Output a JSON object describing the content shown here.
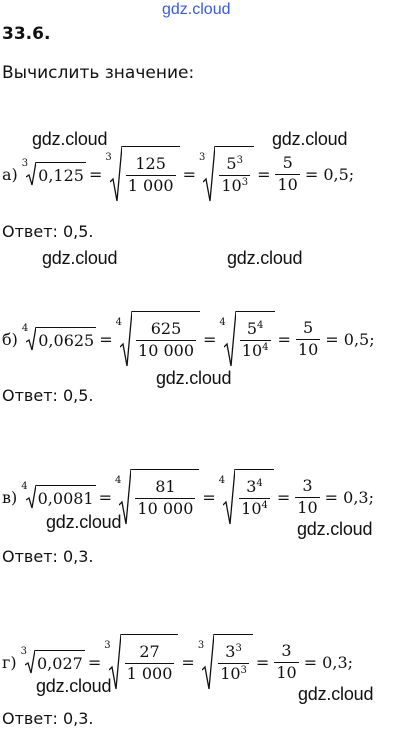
{
  "watermark": "gdz.cloud",
  "header": {
    "number": "33.6.",
    "instruction": "Вычислить значение:"
  },
  "problems": [
    {
      "label": "а)",
      "root_index": "3",
      "radicand": "0,125",
      "frac1": {
        "num": "125",
        "den": "1 000"
      },
      "frac2": {
        "num": "5",
        "num_exp": "3",
        "den": "10",
        "den_exp": "3"
      },
      "frac3": {
        "num": "5",
        "den": "10"
      },
      "result": "= 0,5;",
      "answer": "Ответ:  0,5."
    },
    {
      "label": "б)",
      "root_index": "4",
      "radicand": "0,0625",
      "frac1": {
        "num": "625",
        "den": "10 000"
      },
      "frac2": {
        "num": "5",
        "num_exp": "4",
        "den": "10",
        "den_exp": "4"
      },
      "frac3": {
        "num": "5",
        "den": "10"
      },
      "result": "= 0,5;",
      "answer": "Ответ:  0,5."
    },
    {
      "label": "в)",
      "root_index": "4",
      "radicand": "0,0081",
      "frac1": {
        "num": "81",
        "den": "10 000"
      },
      "frac2": {
        "num": "3",
        "num_exp": "4",
        "den": "10",
        "den_exp": "4"
      },
      "frac3": {
        "num": "3",
        "den": "10"
      },
      "result": "= 0,3;",
      "answer": "Ответ:  0,3."
    },
    {
      "label": "г)",
      "root_index": "3",
      "radicand": "0,027",
      "frac1": {
        "num": "27",
        "den": "1 000"
      },
      "frac2": {
        "num": "3",
        "num_exp": "3",
        "den": "10",
        "den_exp": "3"
      },
      "frac3": {
        "num": "3",
        "den": "10"
      },
      "result": "= 0,3;",
      "answer": "Ответ:  0,3."
    }
  ]
}
